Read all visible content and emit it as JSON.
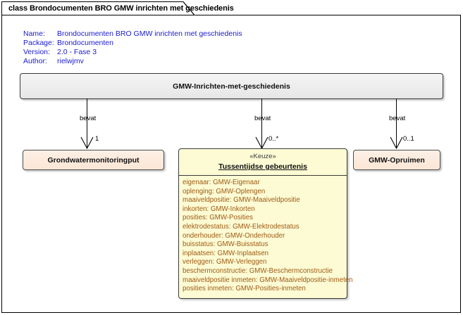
{
  "diagram": {
    "tab_label": "class Brondocumenten BRO GMW inrichten met geschiedenis"
  },
  "meta": {
    "rows": [
      {
        "key": "Name:",
        "value": "Brondocumenten BRO GMW inrichten met geschiedenis"
      },
      {
        "key": "Package:",
        "value": "Brondocumenten"
      },
      {
        "key": "Version:",
        "value": "2.0 - Fase 3"
      },
      {
        "key": "Author:",
        "value": "rielwjmv"
      }
    ]
  },
  "root_class": {
    "name": "GMW-Inrichten-met-geschiedenis"
  },
  "classes": {
    "grondwatermonitoringput": {
      "name": "Grondwatermonitoringput"
    },
    "gmw_opruimen": {
      "name": "GMW-Opruimen"
    },
    "tussentijdse_gebeurtenis": {
      "stereotype": "«Keuze»",
      "name": "Tussentijdse gebeurtenis",
      "attributes": [
        "eigenaar: GMW-Eigenaar",
        "oplenging: GMW-Oplengen",
        "maaiveldpositie: GMW-Maaiveldpositie",
        "inkorten: GMW-Inkorten",
        "posities: GMW-Posities",
        "elektrodestatus: GMW-Elektrodestatus",
        "onderhouder: GMW-Onderhouder",
        "buisstatus: GMW-Buisstatus",
        "inplaatsen: GMW-Inplaatsen",
        "verleggen: GMW-Verleggen",
        "beschermconstructie: GMW-Beschermconstructie",
        "maaiveldpositie inmeten: GMW-Maaiveldpositie-inmeten",
        "posities inmeten: GMW-Posities-inmeten"
      ]
    }
  },
  "connectors": [
    {
      "label": "bevat",
      "multiplicity": "1"
    },
    {
      "label": "bevat",
      "multiplicity": "0..*"
    },
    {
      "label": "bevat",
      "multiplicity": "0..1"
    }
  ],
  "colors": {
    "meta_text": "#1a1ad0",
    "pink_fill": "#fbe6d5",
    "yellow_fill": "#fcfbd4",
    "attribute_text": "#a05a14",
    "grey_fill": "#ededed",
    "border": "#3a3a3a"
  }
}
